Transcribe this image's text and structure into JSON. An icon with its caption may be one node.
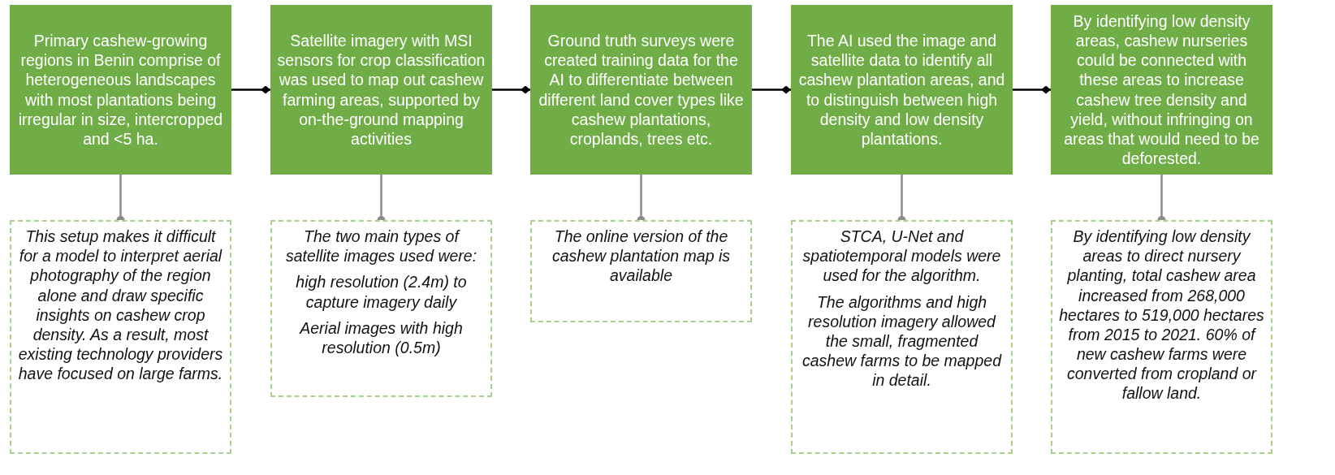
{
  "diagram": {
    "nodes": [
      {
        "text": [
          "Primary cashew-growing regions in Benin comprise of heterogeneous landscapes with most plantations being irregular in size, intercropped and <5 ha."
        ]
      },
      {
        "text": [
          "Satellite imagery with MSI sensors for crop classification was used to map out cashew farming areas, supported by on-the-ground mapping activities"
        ]
      },
      {
        "text": [
          "Ground truth surveys were created training data for the AI to differentiate between different land cover types like cashew plantations, croplands, trees etc."
        ]
      },
      {
        "text": [
          "The AI used the image and satellite data to identify all cashew plantation areas, and to distinguish between high density and low density plantations."
        ]
      },
      {
        "text": [
          "By identifying low density areas, cashew nurseries could be connected with these areas to increase cashew tree density and yield, without infringing on areas that would need to be deforested."
        ]
      },
      {
        "text": [
          "This setup makes it difficult for a model to interpret aerial photography of the region alone and draw specific insights on cashew crop density. As a result, most existing technology providers have focused on large farms."
        ]
      },
      {
        "text": [
          "The two main types of satellite images used were:",
          "high resolution (2.4m) to capture imagery daily",
          "Aerial images with high resolution (0.5m)"
        ]
      },
      {
        "text": [
          "The online version of the cashew plantation map is available"
        ]
      },
      {
        "text": [
          "STCA, U-Net and spatiotemporal models were used for the algorithm.",
          "The algorithms and high resolution imagery allowed the small, fragmented cashew farms to be mapped in detail."
        ]
      },
      {
        "text": [
          "By identifying low density areas to direct nursery planting, total cashew area increased from 268,000 hectares to 519,000 hectares from 2015 to 2021. 60% of new cashew farms were converted from cropland or fallow land."
        ]
      }
    ],
    "edges": [
      {
        "from": 0,
        "to": 1,
        "arrow": "other",
        "color": "#000000"
      },
      {
        "from": 1,
        "to": 2,
        "arrow": "other",
        "color": "#000000"
      },
      {
        "from": 2,
        "to": 3,
        "arrow": "other",
        "color": "#000000"
      },
      {
        "from": 3,
        "to": 4,
        "arrow": "other",
        "color": "#000000"
      },
      {
        "from": 0,
        "to": 5,
        "arrow": "other"
      },
      {
        "from": 1,
        "to": 6,
        "arrow": "other"
      },
      {
        "from": 2,
        "to": 7,
        "arrow": "other"
      },
      {
        "from": 3,
        "to": 8,
        "arrow": "other"
      },
      {
        "from": 4,
        "to": 9,
        "arrow": "other"
      }
    ]
  }
}
